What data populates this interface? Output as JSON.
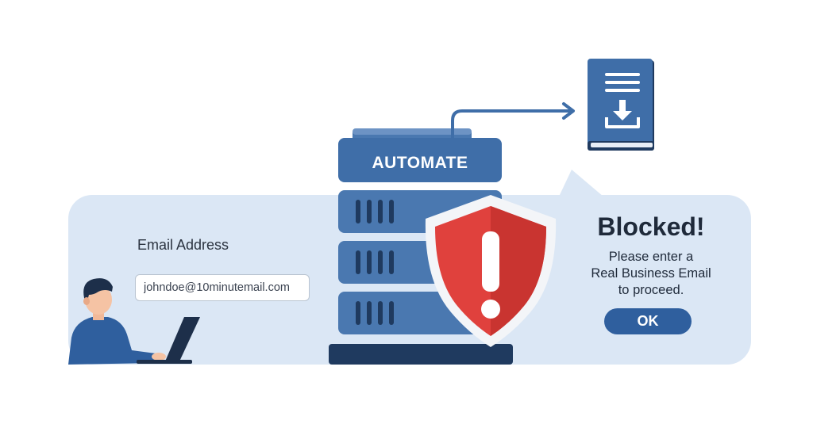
{
  "form": {
    "email_label": "Email Address",
    "email_value": "johndoe@10minutemail.com"
  },
  "server": {
    "label": "AUTOMATE"
  },
  "alert": {
    "title": "Blocked!",
    "message_lines": [
      "Please enter a",
      "Real Business Email",
      "to proceed."
    ],
    "ok_label": "OK"
  },
  "colors": {
    "panel": "#dbe7f5",
    "server_blue": "#4a78b0",
    "server_dark": "#1f3a5f",
    "shield_red": "#e0413d",
    "shield_border": "#f3f5f8",
    "button": "#2f5f9e",
    "book": "#3f6ea8"
  },
  "icons": {
    "user": "person-at-laptop-icon",
    "server": "server-rack-icon",
    "shield": "warning-shield-icon",
    "arrow": "arrow-right-icon",
    "document": "download-document-icon"
  }
}
